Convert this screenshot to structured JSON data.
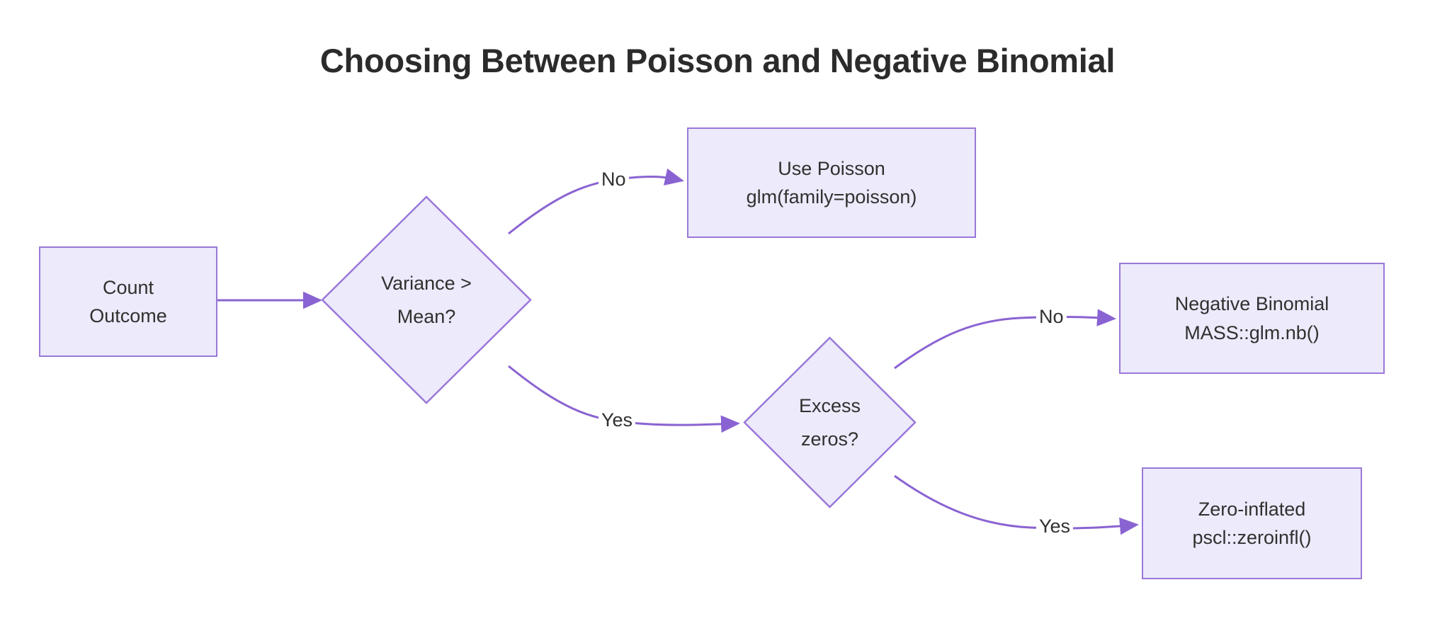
{
  "diagram": {
    "title": "Choosing Between Poisson and Negative Binomial",
    "type": "flowchart",
    "colors": {
      "node_fill": "#eceafb",
      "node_border": "#9a78d8",
      "edge_stroke": "#8a63d2",
      "text": "#32302f",
      "title_text": "#2b2b2b",
      "background": "#ffffff"
    },
    "nodes": [
      {
        "id": "count-outcome",
        "shape": "rect",
        "line1": "Count",
        "line2": "Outcome"
      },
      {
        "id": "variance-mean",
        "shape": "diamond",
        "line1": "Variance >",
        "line2": "Mean?"
      },
      {
        "id": "use-poisson",
        "shape": "rect",
        "line1": "Use Poisson",
        "line2": "glm(family=poisson)"
      },
      {
        "id": "excess-zeros",
        "shape": "diamond",
        "line1": "Excess",
        "line2": "zeros?"
      },
      {
        "id": "negative-binomial",
        "shape": "rect",
        "line1": "Negative Binomial",
        "line2": "MASS::glm.nb()"
      },
      {
        "id": "zero-inflated",
        "shape": "rect",
        "line1": "Zero-inflated",
        "line2": "pscl::zeroinfl()"
      }
    ],
    "edges": [
      {
        "id": "e1",
        "from": "count-outcome",
        "to": "variance-mean",
        "label": ""
      },
      {
        "id": "e2",
        "from": "variance-mean",
        "to": "use-poisson",
        "label": "No"
      },
      {
        "id": "e3",
        "from": "variance-mean",
        "to": "excess-zeros",
        "label": "Yes"
      },
      {
        "id": "e4",
        "from": "excess-zeros",
        "to": "negative-binomial",
        "label": "No"
      },
      {
        "id": "e5",
        "from": "excess-zeros",
        "to": "zero-inflated",
        "label": "Yes"
      }
    ]
  }
}
